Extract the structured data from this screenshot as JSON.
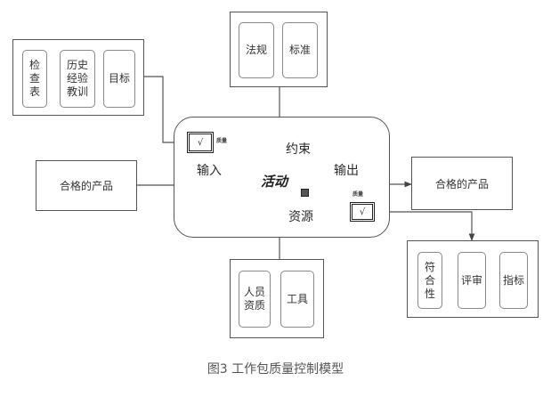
{
  "figure": {
    "caption": "图3  工作包质量控制模型"
  },
  "activity": {
    "center": "活动",
    "input": "输入",
    "output": "输出",
    "constraint": "约束",
    "resource": "资源",
    "quality_label_in": "质量",
    "quality_label_out": "质量",
    "check_mark": "√"
  },
  "input_source": {
    "items": [
      "检查表",
      "历史经验教训",
      "目标"
    ]
  },
  "constraints": {
    "items": [
      "法规",
      "标准"
    ]
  },
  "resources": {
    "items": [
      "人员资质",
      "工具"
    ]
  },
  "input_product": "合格的产品",
  "output_product": "合格的产品",
  "checks": {
    "items": [
      "符合性",
      "评审",
      "指标"
    ]
  }
}
